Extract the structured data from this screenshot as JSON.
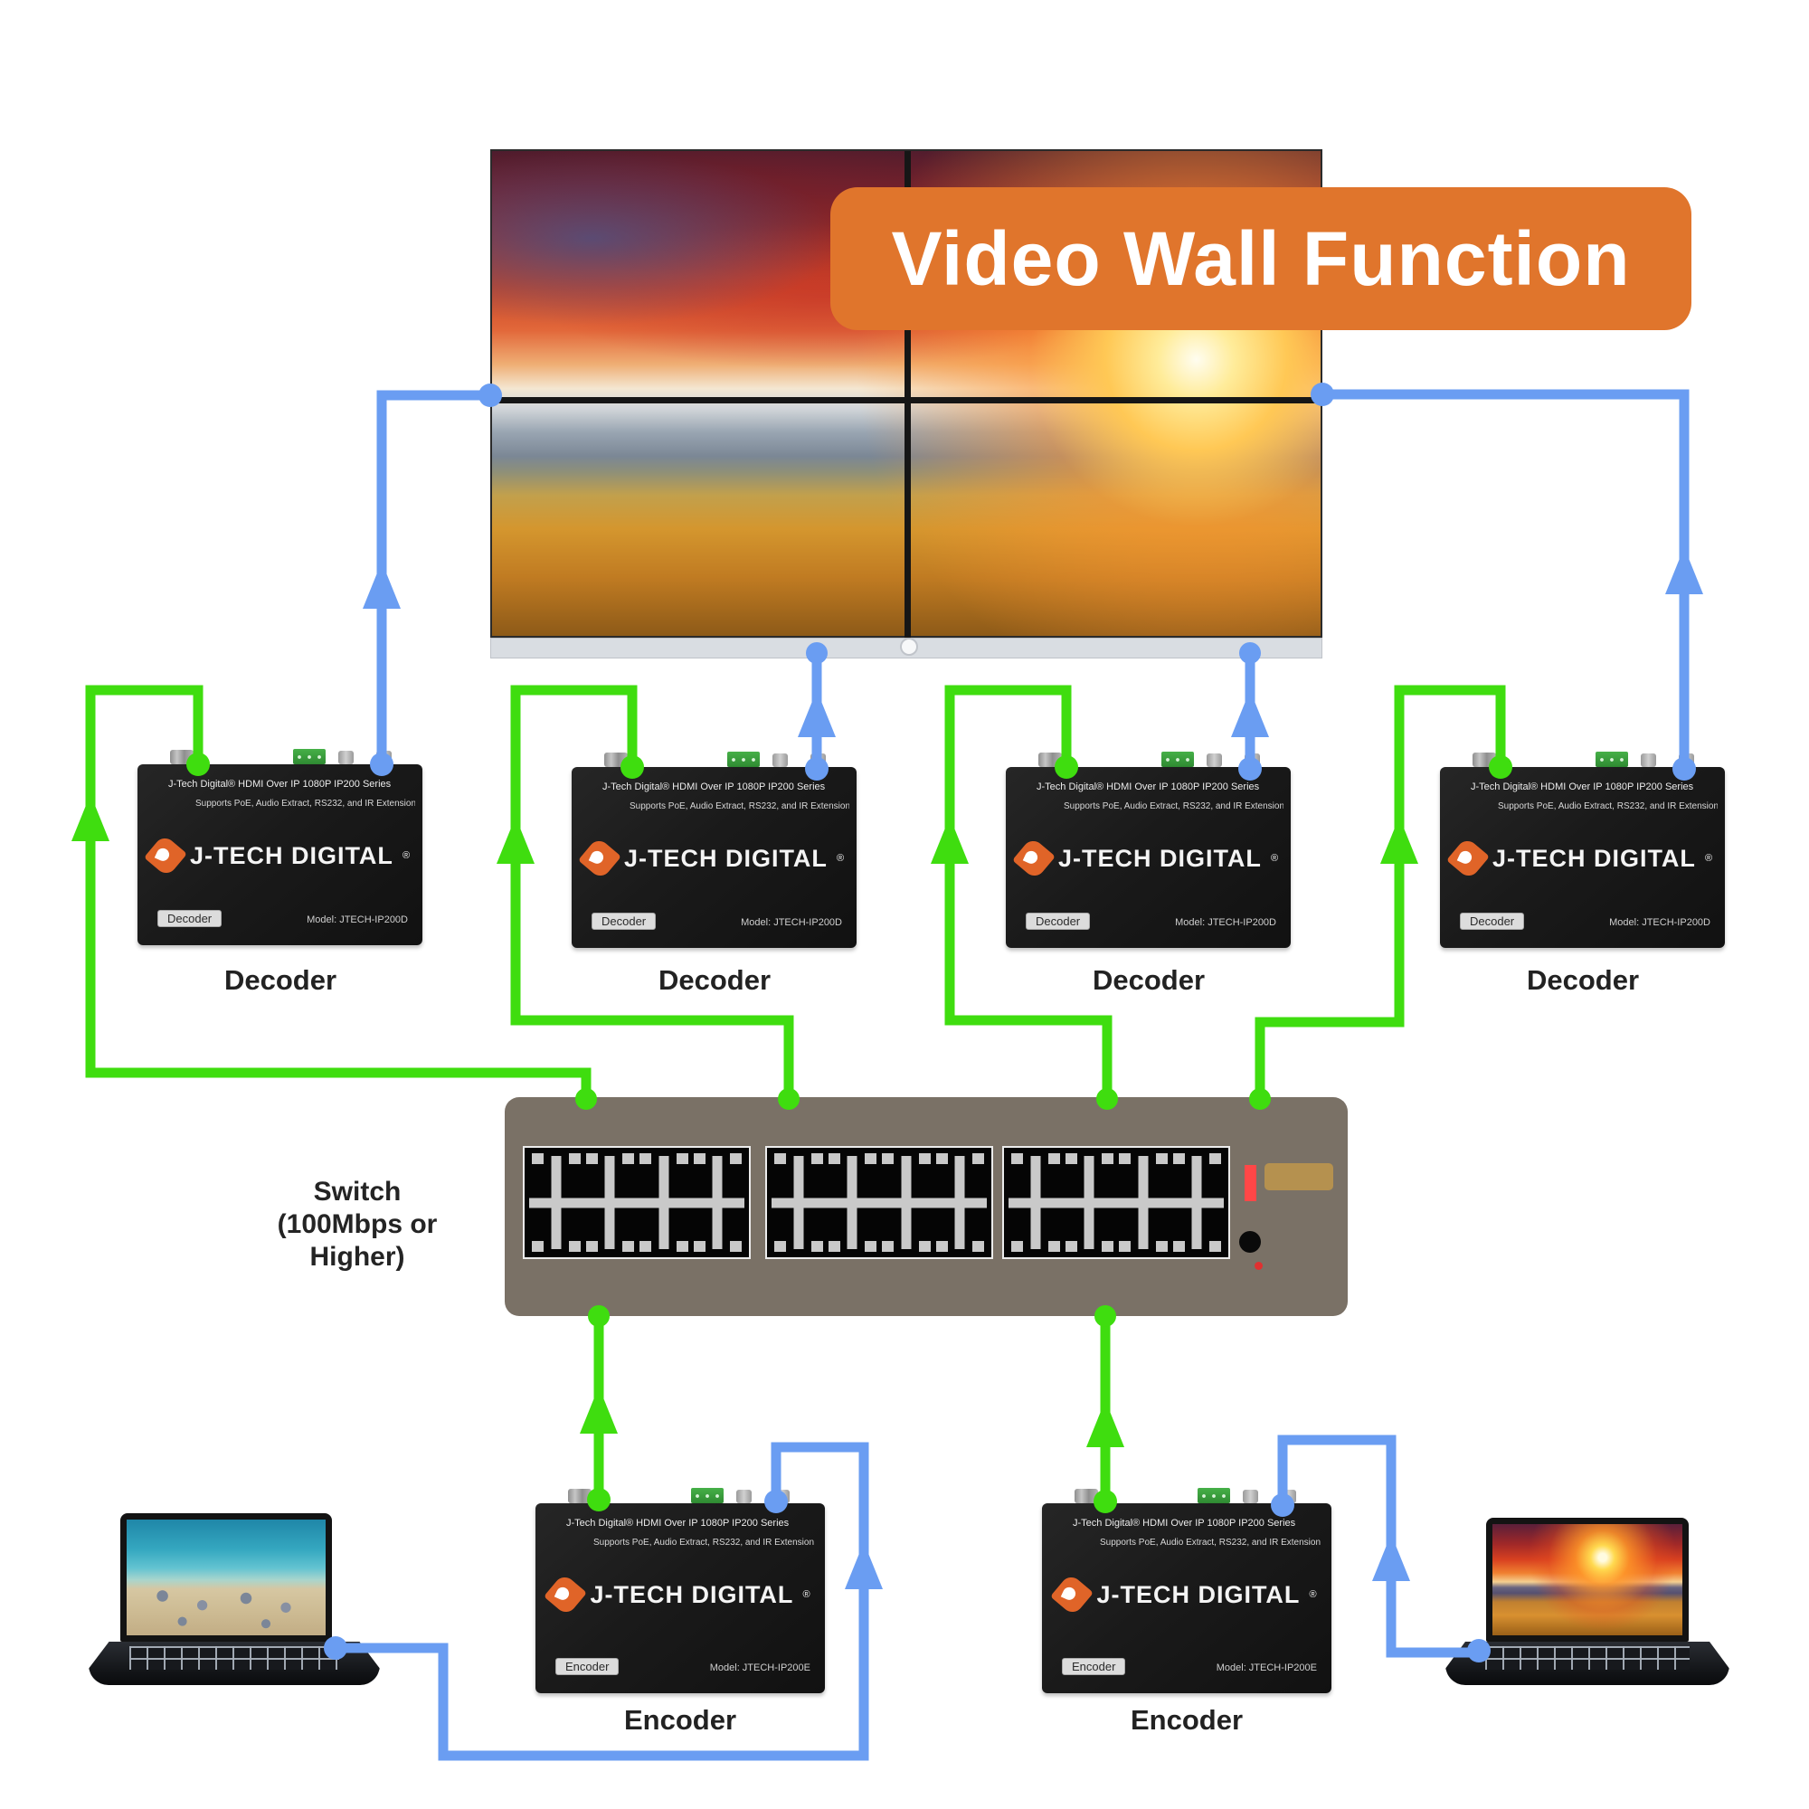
{
  "banner": {
    "title": "Video Wall Function",
    "color": "#e0752c"
  },
  "device_common": {
    "series_line": "J-Tech Digital® HDMI Over IP 1080P IP200 Series",
    "features_line": "Supports PoE, Audio Extract, RS232, and IR Extension",
    "brand": "J-TECH DIGITAL",
    "brand_reg": "®"
  },
  "decoders": [
    {
      "label": "Decoder",
      "badge": "Decoder",
      "model": "Model: JTECH-IP200D"
    },
    {
      "label": "Decoder",
      "badge": "Decoder",
      "model": "Model: JTECH-IP200D"
    },
    {
      "label": "Decoder",
      "badge": "Decoder",
      "model": "Model: JTECH-IP200D"
    },
    {
      "label": "Decoder",
      "badge": "Decoder",
      "model": "Model: JTECH-IP200D"
    }
  ],
  "encoders": [
    {
      "label": "Encoder",
      "badge": "Encoder",
      "model": "Model: JTECH-IP200E"
    },
    {
      "label": "Encoder",
      "badge": "Encoder",
      "model": "Model: JTECH-IP200E"
    }
  ],
  "switch": {
    "label_line1": "Switch",
    "label_line2": "(100Mbps or Higher)"
  },
  "colors": {
    "wire_green": "#3fdd0f",
    "wire_blue": "#6a9df2",
    "banner_orange": "#e0752c",
    "switch_body": "#7a7166"
  }
}
